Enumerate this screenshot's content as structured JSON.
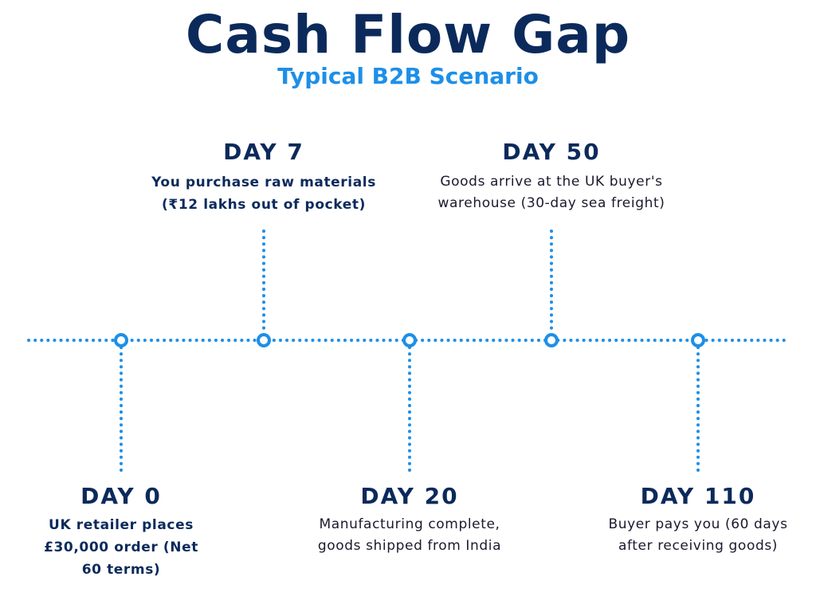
{
  "header": {
    "title": "Cash Flow Gap",
    "subtitle": "Typical B2B Scenario"
  },
  "colors": {
    "navy": "#0b2a5b",
    "accent": "#1d8fe8"
  },
  "milestones": [
    {
      "day": "DAY 0",
      "description": "UK retailer places £30,000 order (Net 60 terms)",
      "position": "below"
    },
    {
      "day": "DAY 7",
      "description": "You purchase raw materials (₹12 lakhs out of pocket)",
      "position": "above"
    },
    {
      "day": "DAY 20",
      "description": "Manufacturing complete, goods shipped from India",
      "position": "below"
    },
    {
      "day": "DAY 50",
      "description": "Goods arrive at the UK buyer's warehouse (30-day sea freight)",
      "position": "above"
    },
    {
      "day": "DAY 110",
      "description": "Buyer pays you (60 days after receiving goods)",
      "position": "below"
    }
  ]
}
